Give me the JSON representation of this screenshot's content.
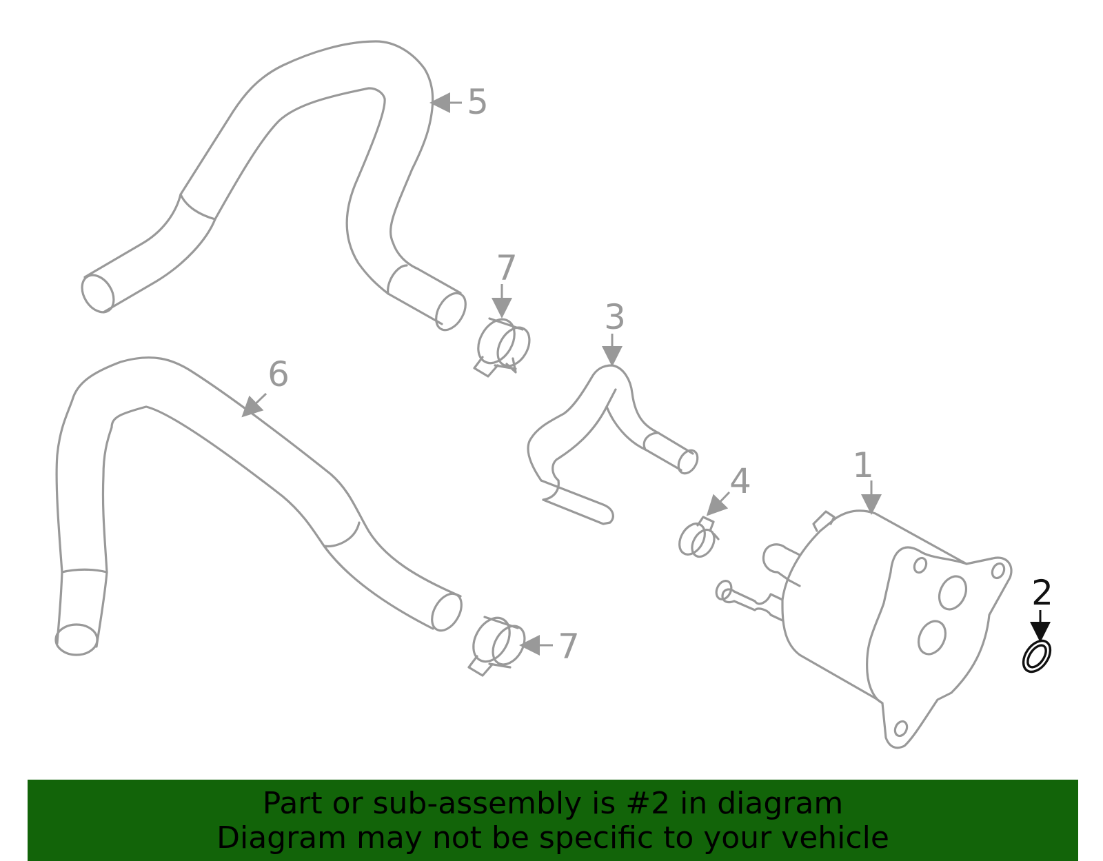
{
  "diagram": {
    "callouts": {
      "part1": "1",
      "part2": "2",
      "part3": "3",
      "part4": "4",
      "part5": "5",
      "part6": "6",
      "part7_upper": "7",
      "part7_lower": "7"
    },
    "highlighted_part": "2"
  },
  "banner": {
    "line1": "Part or sub-assembly is #2 in diagram",
    "line2": "Diagram may not be specific to your vehicle",
    "background_color": "#126409",
    "text_color": "#000000"
  },
  "colors": {
    "line_art": "#999999",
    "highlight": "#111111"
  }
}
